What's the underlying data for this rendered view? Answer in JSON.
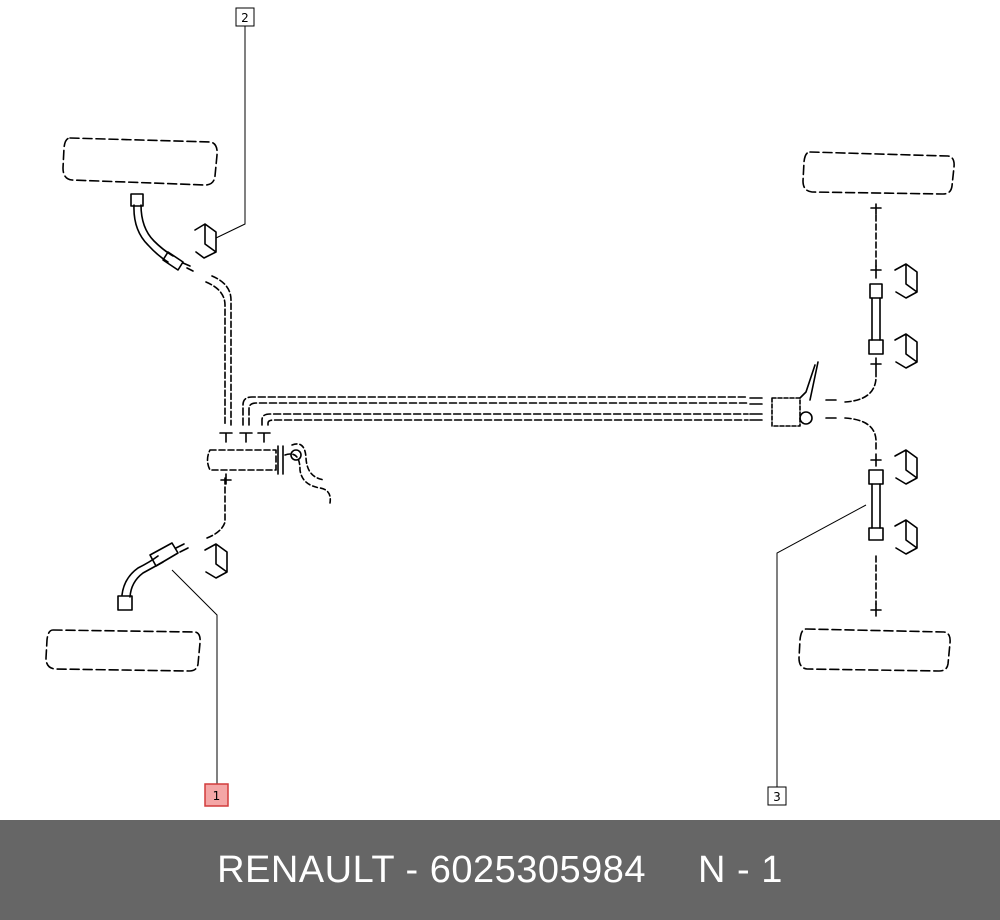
{
  "callouts": [
    {
      "label": "1",
      "highlighted": true
    },
    {
      "label": "2",
      "highlighted": false
    },
    {
      "label": "3",
      "highlighted": false
    }
  ],
  "footer": {
    "brand_part": "RENAULT - 6025305984",
    "code": "N - 1"
  },
  "colors": {
    "highlight_fill": "#f4a6a6",
    "highlight_stroke": "#d23c3c",
    "footer_bg": "#666666",
    "footer_text": "#ffffff"
  }
}
